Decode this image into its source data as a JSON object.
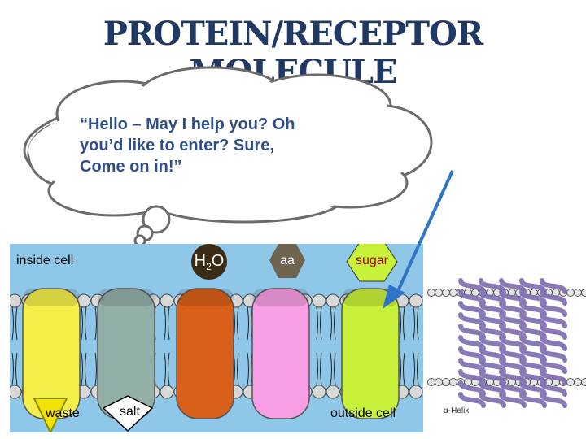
{
  "title": "PROTEIN/RECEPTOR MOLECULE",
  "speech": {
    "line1": "“Hello – May I help you?  Oh",
    "line2": "you’d like to enter?  Sure,",
    "line3": "Come on in!”"
  },
  "labels": {
    "inside_cell": "inside cell",
    "outside_cell": "outside cell",
    "waste": "waste",
    "salt": "salt"
  },
  "molecules": {
    "water_h": "H",
    "water_sub": "2",
    "water_o": "O",
    "amino_acid": "aa",
    "sugar": "sugar"
  },
  "helix_caption": "α-Helix",
  "colors": {
    "title": "#1f3864",
    "speech_text": "#2e4f8a",
    "membrane_bg": "#8fc7e8",
    "arrow": "#2e74c8",
    "helix": "#9b8ac4"
  }
}
